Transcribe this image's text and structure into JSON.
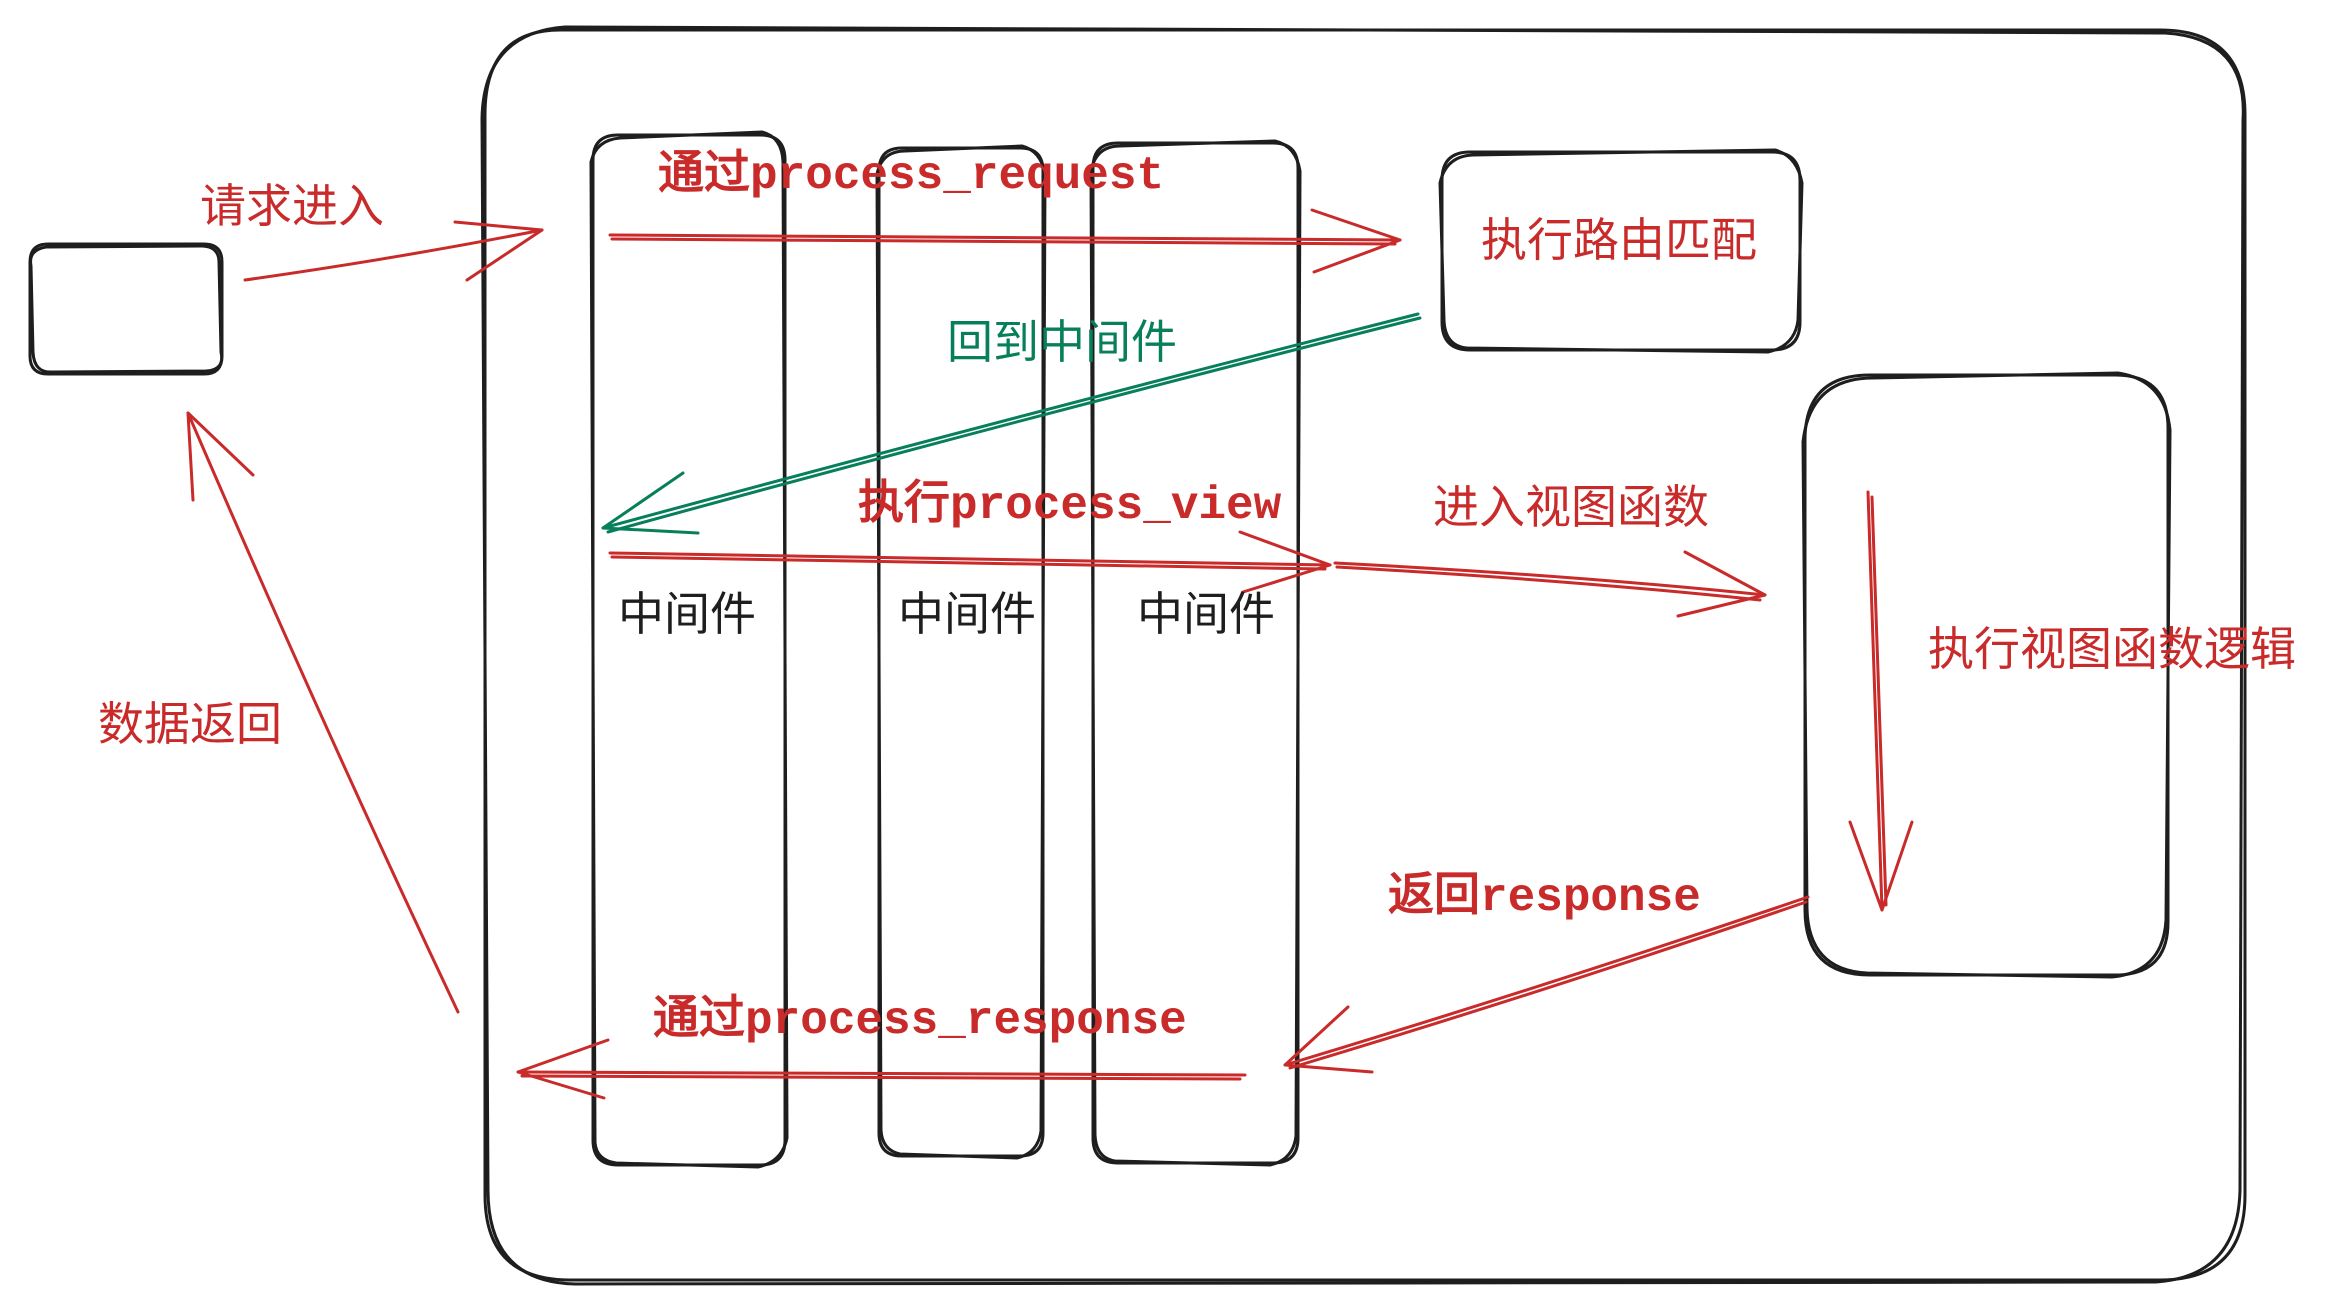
{
  "colors": {
    "stroke_dark": "#1e1e1e",
    "accent_red": "#c92a2a",
    "accent_green": "#087f5b",
    "background": "#ffffff"
  },
  "labels": {
    "request_in": "请求进入",
    "via_process_request": "通过process_request",
    "exec_route_match": "执行路由匹配",
    "back_to_middleware": "回到中间件",
    "exec_process_view": "执行process_view",
    "enter_view_function": "进入视图函数",
    "middleware_1": "中间件",
    "middleware_2": "中间件",
    "middleware_3": "中间件",
    "exec_view_logic": "执行视图函数逻辑",
    "data_return": "数据返回",
    "return_response": "返回response",
    "via_process_response": "通过process_response"
  }
}
